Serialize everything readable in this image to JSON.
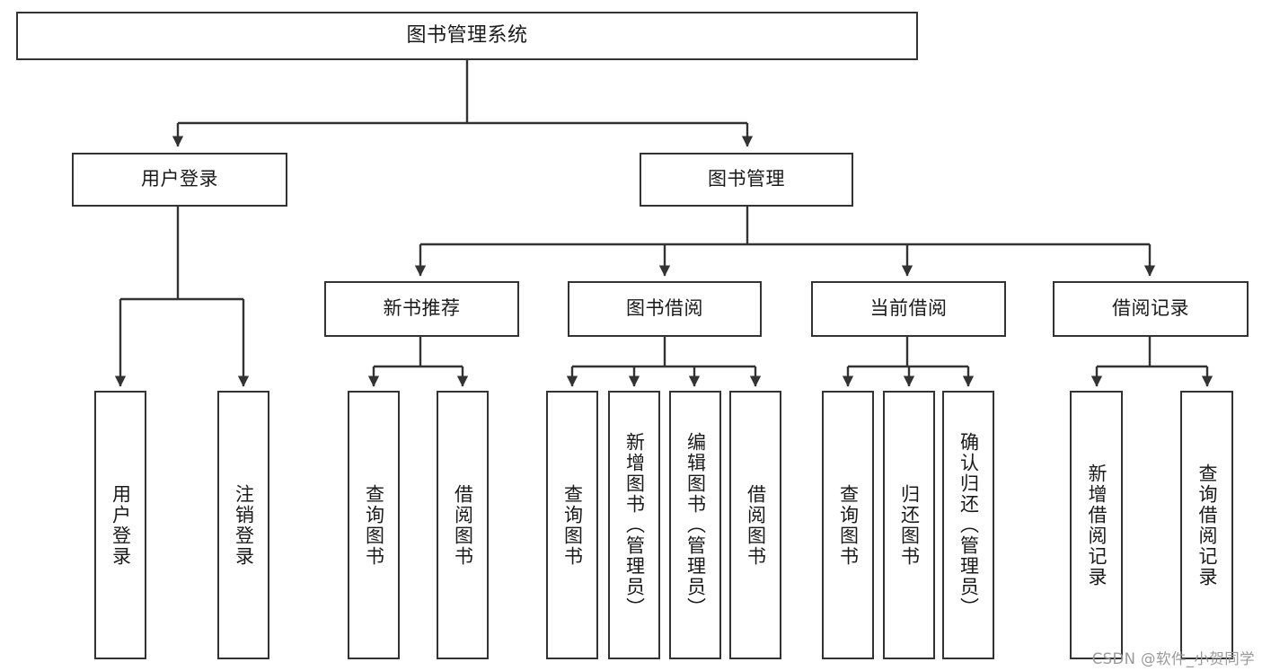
{
  "diagram": {
    "title": "图书管理系统",
    "type": "tree-hierarchy-diagram",
    "colors": {
      "stroke": "#333333",
      "fill": "#ffffff",
      "text": "#1a1a1a",
      "watermark": "#9a9a9a"
    },
    "root": {
      "label": "图书管理系统"
    },
    "level2": [
      {
        "id": "user-login",
        "label": "用户登录"
      },
      {
        "id": "book-manage",
        "label": "图书管理"
      }
    ],
    "level3": [
      {
        "id": "new-book-recommend",
        "label": "新书推荐"
      },
      {
        "id": "book-borrow",
        "label": "图书借阅"
      },
      {
        "id": "current-borrow",
        "label": "当前借阅"
      },
      {
        "id": "borrow-record",
        "label": "借阅记录"
      }
    ],
    "leaves": {
      "user_login": [
        {
          "id": "leaf-user-login",
          "label": "用户登录"
        },
        {
          "id": "leaf-logout-login",
          "label": "注销登录"
        }
      ],
      "new_book_recommend": [
        {
          "id": "leaf-query-book-1",
          "label": "查询图书"
        },
        {
          "id": "leaf-borrow-book-1",
          "label": "借阅图书"
        }
      ],
      "book_borrow": [
        {
          "id": "leaf-query-book-2",
          "label": "查询图书"
        },
        {
          "id": "leaf-add-book",
          "label": "新增图书（管理员）"
        },
        {
          "id": "leaf-edit-book",
          "label": "编辑图书（管理员）"
        },
        {
          "id": "leaf-borrow-book-2",
          "label": "借阅图书"
        }
      ],
      "current_borrow": [
        {
          "id": "leaf-query-book-3",
          "label": "查询图书"
        },
        {
          "id": "leaf-return-book",
          "label": "归还图书"
        },
        {
          "id": "leaf-confirm-return",
          "label": "确认归还（管理员）"
        }
      ],
      "borrow_record": [
        {
          "id": "leaf-add-record",
          "label": "新增借阅记录"
        },
        {
          "id": "leaf-query-record",
          "label": "查询借阅记录"
        }
      ]
    },
    "watermark": "CSDN @软件_小贺同学"
  }
}
